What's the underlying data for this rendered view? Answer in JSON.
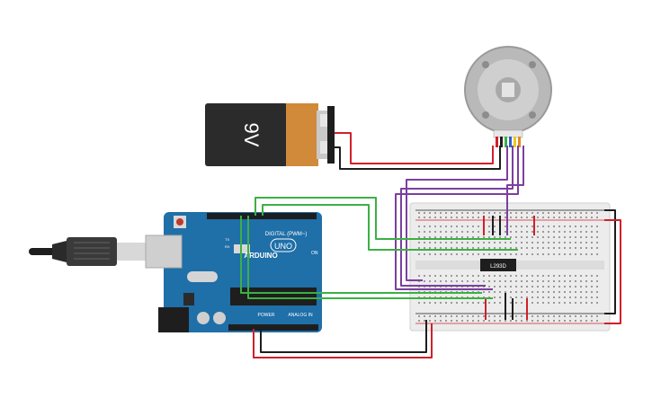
{
  "battery": {
    "label": "9V"
  },
  "arduino": {
    "brand": "ARDUINO",
    "model": "UNO",
    "digital_header": "DIGITAL (PWM~)",
    "power_header": "POWER",
    "analog_header": "ANALOG IN",
    "on_label": "ON",
    "tx_label": "TX",
    "rx_label": "RX"
  },
  "driver_chip": {
    "label": "L293D"
  },
  "colors": {
    "wire_red": "#d0202a",
    "wire_black": "#1e1e1e",
    "wire_green": "#3cb043",
    "wire_purple": "#7b3fa0",
    "board_blue": "#1f6fa8",
    "breadboard": "#ececec"
  }
}
